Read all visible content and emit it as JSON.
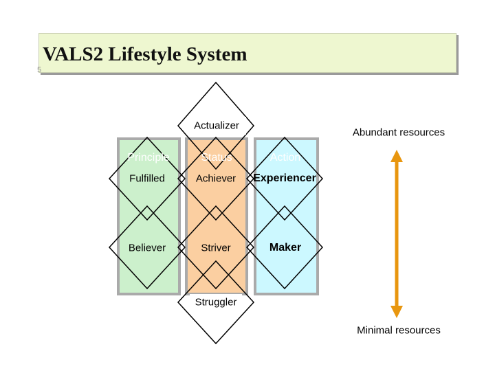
{
  "slide": {
    "title": "VALS2 Lifestyle System",
    "number": "5"
  },
  "columns": [
    {
      "header": "Principle",
      "color": "#ccf0cc"
    },
    {
      "header": "Status",
      "color": "#fbcfa1"
    },
    {
      "header": "Action",
      "color": "#ccf8ff"
    }
  ],
  "segments": {
    "actualizer": "Actualizer",
    "fulfilled": "Fulfilled",
    "achiever": "Achiever",
    "experiencer": "Experiencer",
    "believer": "Believer",
    "striver": "Striver",
    "maker": "Maker",
    "struggler": "Struggler"
  },
  "resources": {
    "top": "Abundant resources",
    "bottom": "Minimal resources",
    "arrow_color": "#e8960f"
  }
}
